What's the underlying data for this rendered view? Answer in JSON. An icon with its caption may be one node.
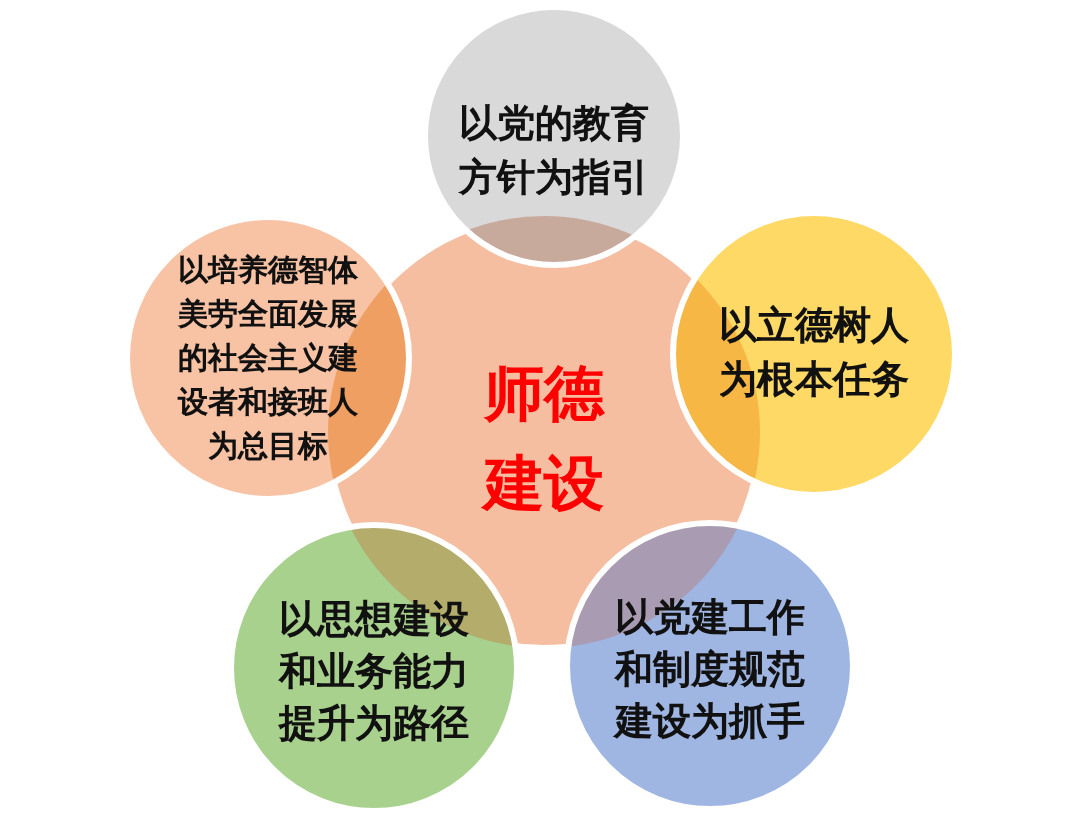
{
  "diagram": {
    "nodes": [
      {
        "text": [
          "以党的教育方针为指引"
        ]
      },
      {
        "text": [
          "以培养德智体美劳全面发展的社会主义建设者和接班人为总目标"
        ]
      },
      {
        "text": [
          "师德建设"
        ]
      },
      {
        "text": [
          "以立德树人为根本任务"
        ]
      },
      {
        "text": [
          "以思想建设和业务能力提升为路径"
        ]
      },
      {
        "text": [
          "以党建工作和制度规范建设为抓手"
        ]
      }
    ]
  }
}
